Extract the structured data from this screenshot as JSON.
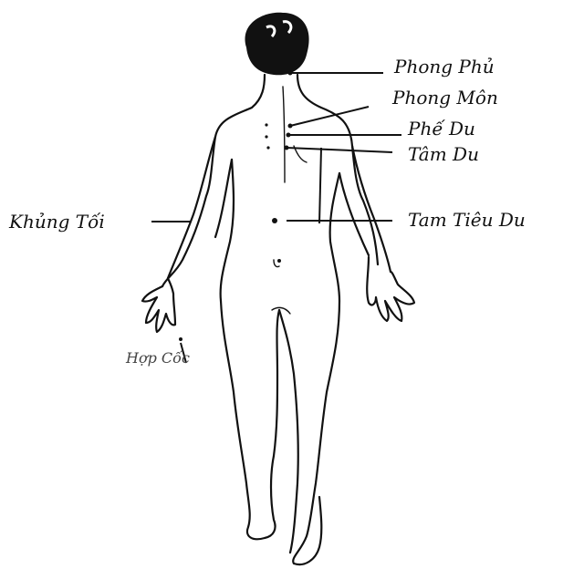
{
  "labels": {
    "phong_phu": "Phong Phủ",
    "phong_mon": "Phong Môn",
    "phe_du": "Phế Du",
    "tam_du": "Tâm Du",
    "tam_tieu_du": "Tam Tiêu Du",
    "khung_toi": "Khủng Tối",
    "hop_coc": "Hợp Cốc"
  },
  "colors": {
    "ink": "#111111",
    "background": "#ffffff"
  }
}
